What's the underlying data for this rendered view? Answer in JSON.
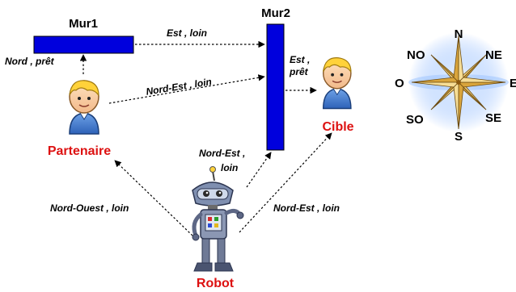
{
  "walls": {
    "wall1": {
      "label": "Mur1",
      "color": "#0000dd"
    },
    "wall2": {
      "label": "Mur2",
      "color": "#0000dd"
    }
  },
  "agents": {
    "partner": {
      "label": "Partenaire",
      "color": "#dd1111",
      "icon": "person-icon"
    },
    "target": {
      "label": "Cible",
      "color": "#dd1111",
      "icon": "person-icon"
    },
    "robot": {
      "label": "Robot",
      "color": "#dd1111",
      "icon": "robot-icon"
    }
  },
  "relations": {
    "partner_to_wall1": {
      "line1": "Nord , prêt"
    },
    "wall1_to_wall2": {
      "line1": "Est , loin"
    },
    "partner_to_wall2": {
      "line1": "Nord-Est , loin"
    },
    "wall2_to_target": {
      "line1": "Est ,",
      "line2": "prêt"
    },
    "robot_to_wall2": {
      "line1": "Nord-Est ,",
      "line2": "loin"
    },
    "robot_to_partner": {
      "line1": "Nord-Ouest , loin"
    },
    "robot_to_target": {
      "line1": "Nord-Est , loin"
    }
  },
  "compass": {
    "icon": "compass-rose-icon",
    "n": "N",
    "ne": "NE",
    "e": "E",
    "se": "SE",
    "s": "S",
    "so": "SO",
    "o": "O",
    "no": "NO"
  }
}
